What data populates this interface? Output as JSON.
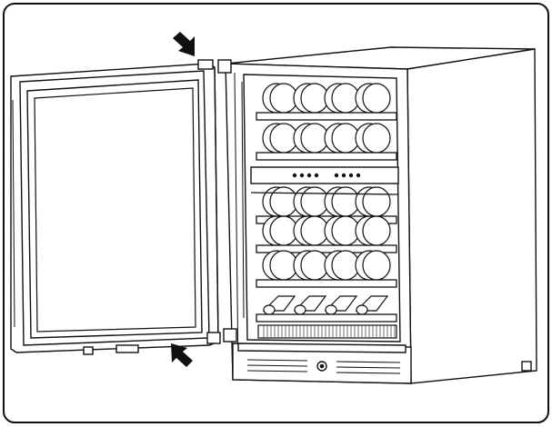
{
  "figure": {
    "subject": "wine-cooler-door-removal",
    "line_color": "#111111",
    "fill_color": "#ffffff",
    "arrow_color": "#111111",
    "arrow_count": 2,
    "shelf_count": 6,
    "bottles_per_shelf": 4
  }
}
